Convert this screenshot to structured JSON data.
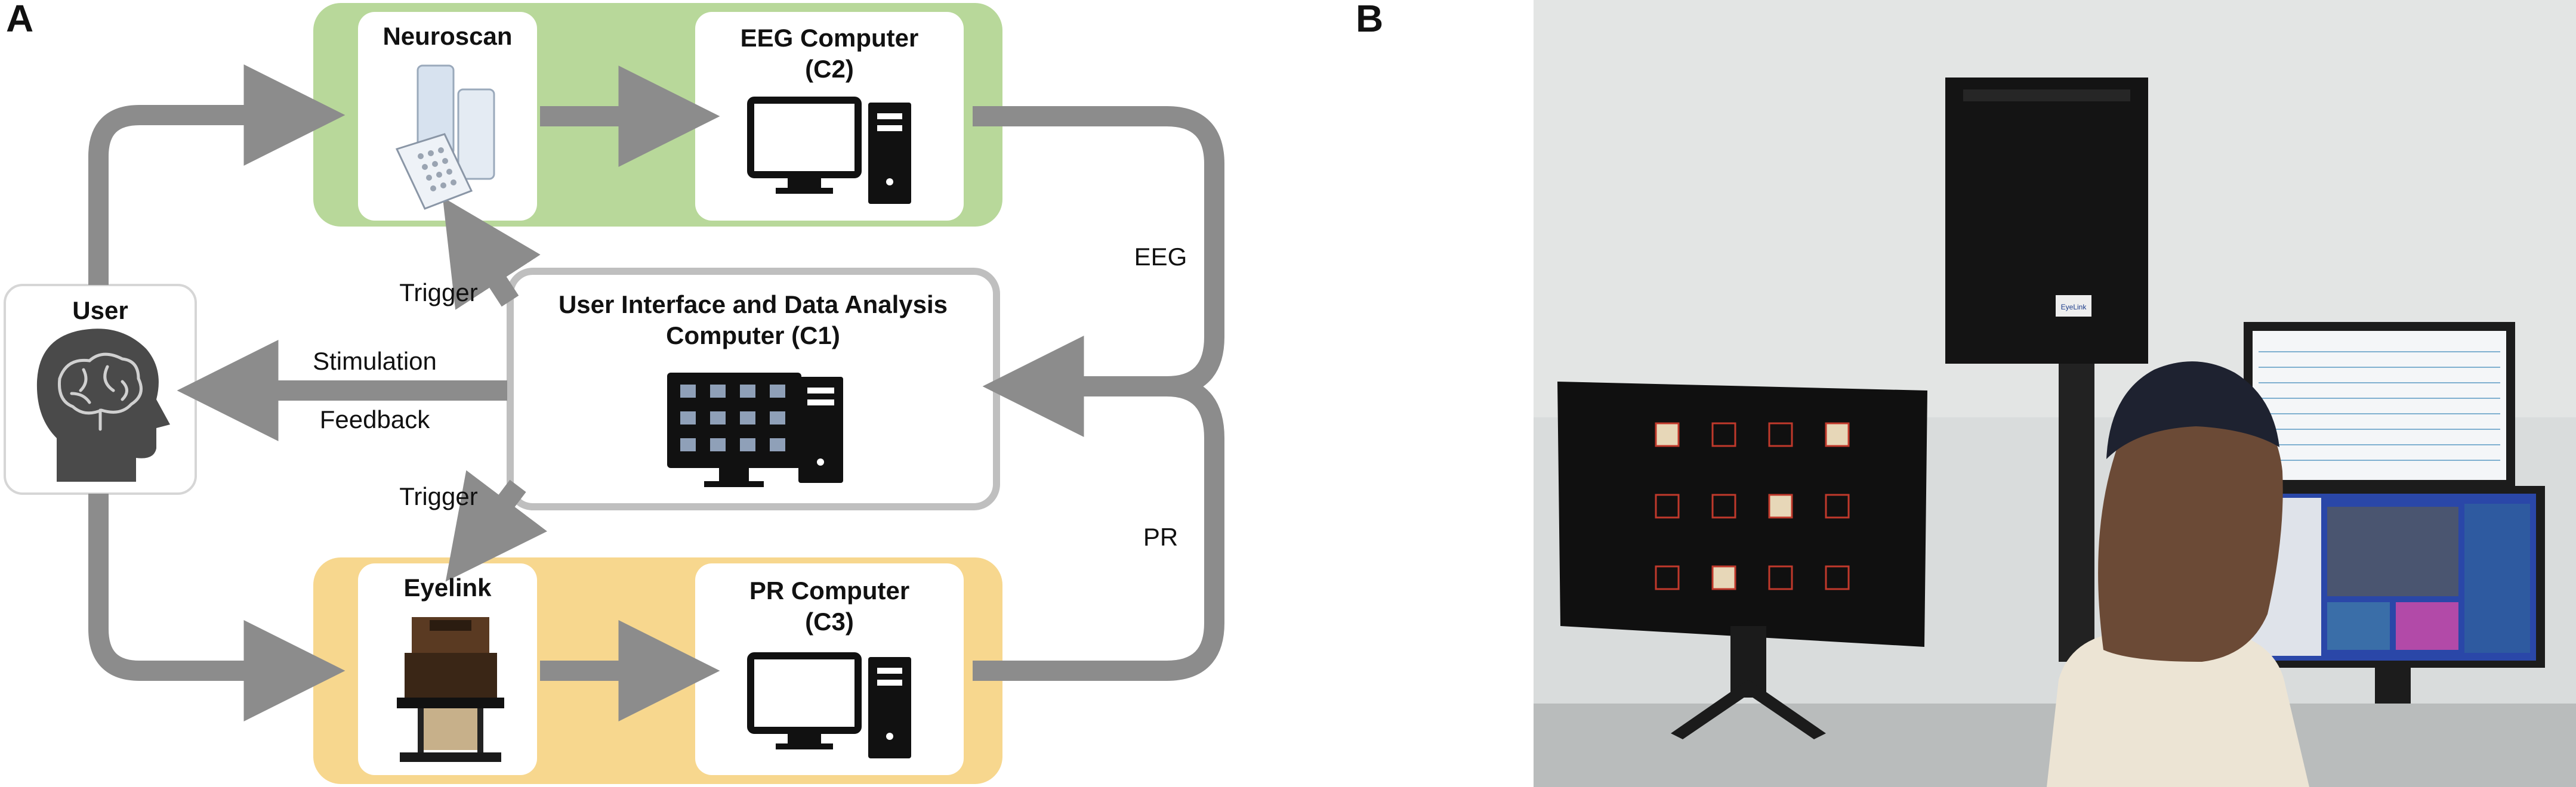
{
  "panels": {
    "a": "A",
    "b": "B"
  },
  "diagram": {
    "user": {
      "title": "User"
    },
    "neuroscan": {
      "title": "Neuroscan"
    },
    "eeg_computer": {
      "line1": "EEG Computer",
      "line2": "(C2)"
    },
    "ui_computer": {
      "line1": "User Interface and Data Analysis",
      "line2": "Computer (C1)"
    },
    "eyelink": {
      "title": "Eyelink"
    },
    "pr_computer": {
      "line1": "PR Computer",
      "line2": "(C3)"
    },
    "arrow_labels": {
      "trigger_top": "Trigger",
      "trigger_bottom": "Trigger",
      "stimulation": "Stimulation",
      "feedback": "Feedback",
      "eeg": "EEG",
      "pr": "PR"
    },
    "colors": {
      "green_box": "#b8d89a",
      "yellow_box": "#f7d78e",
      "arrow": "#8c8c8c",
      "card_border": "#bfbfbf",
      "text": "#111111"
    }
  },
  "photo": {
    "screen_stats": "",
    "eyelink_badge": "EyeLink"
  }
}
